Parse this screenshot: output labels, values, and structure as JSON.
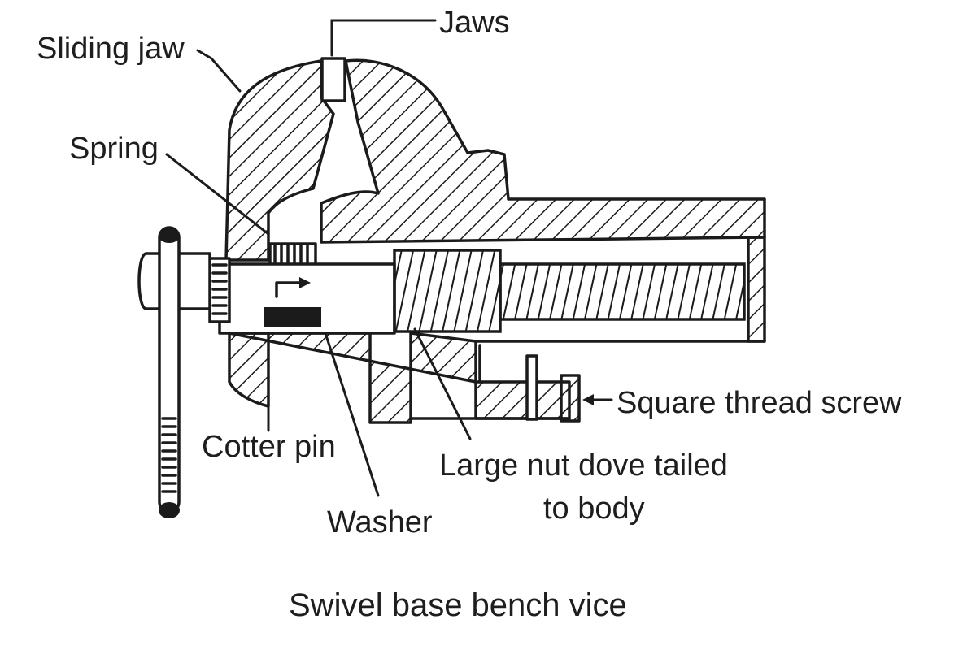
{
  "labels": {
    "jaws": "Jaws",
    "sliding_jaw": "Sliding jaw",
    "spring": "Spring",
    "square_thread_screw": "Square thread screw",
    "cotter_pin": "Cotter pin",
    "large_nut_line1": "Large nut dove tailed",
    "large_nut_line2": "to body",
    "washer": "Washer"
  },
  "caption": "Swivel base bench vice"
}
